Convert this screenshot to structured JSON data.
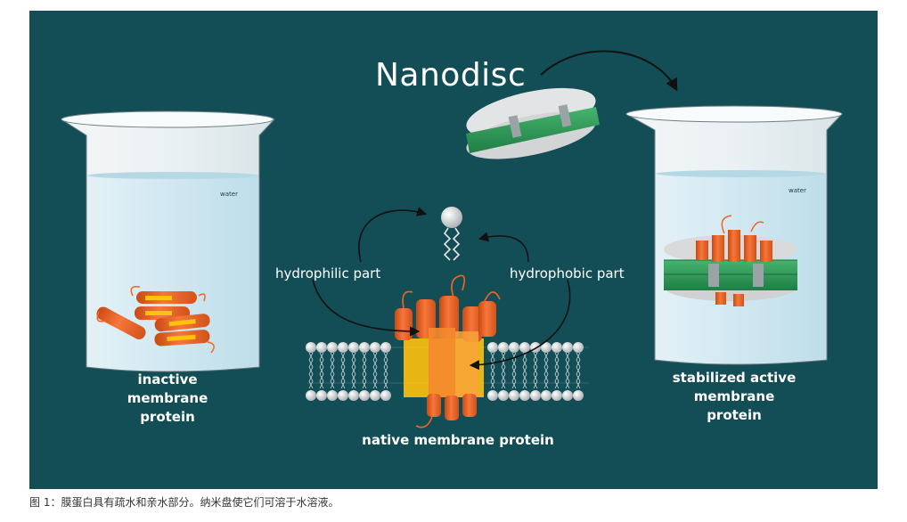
{
  "figure": {
    "title": "Nanodisc",
    "left_beaker": {
      "water_label": "water",
      "caption_lines": [
        "inactive",
        "membrane",
        "protein"
      ]
    },
    "right_beaker": {
      "water_label": "water",
      "caption_lines": [
        "stabilized active",
        "membrane",
        "protein"
      ]
    },
    "hydrophilic_label": "hydrophilic part",
    "hydrophobic_label": "hydrophobic part",
    "center_label": "native membrane protein",
    "colors": {
      "background": "#134e57",
      "protein": "#f26522",
      "protein_core": "#ffc20e",
      "belt": "#2e9e5b",
      "lipid_head": "#dcdcdc"
    }
  },
  "caption": "图 1：膜蛋白具有疏水和亲水部分。纳米盘使它们可溶于水溶液。"
}
